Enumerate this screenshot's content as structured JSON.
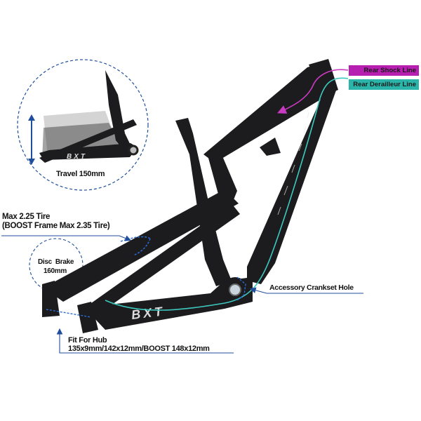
{
  "legend": {
    "items": [
      {
        "label": "Rear Shock Line",
        "color": "#b61fb0"
      },
      {
        "label": "Rear Derailleur Line",
        "color": "#2bb5aa"
      }
    ]
  },
  "callouts": {
    "travel": "Travel 150mm",
    "tire_line1": "Max 2.25 Tire",
    "tire_line2": "(BOOST Frame Max 2.35 Tire)",
    "disc_line1": "Disc  Brake",
    "disc_line2": "160mm",
    "crankset": "Accessory Crankset Hole",
    "hub_line1": "Fit For Hub",
    "hub_line2": "135x9mm/142x12mm/BOOST 148x12mm"
  },
  "brand": {
    "logo_text": "BXT"
  },
  "colors": {
    "frame": "#1c1c1e",
    "annotation_blue": "#1f4f9c",
    "shock_line": "#c83ac0",
    "derailleur_line": "#3cc9c0"
  }
}
